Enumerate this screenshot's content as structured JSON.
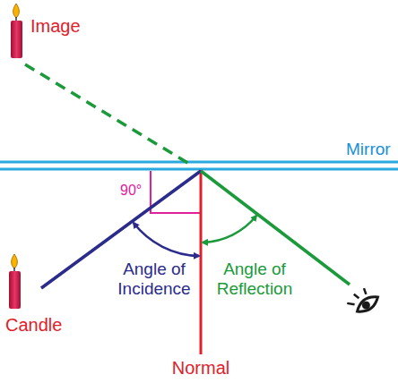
{
  "diagram": {
    "labels": [
      "Image",
      "Mirror",
      "90°",
      "Angle of Incidence",
      "Angle of Reflection",
      "Candle",
      "Normal"
    ]
  }
}
